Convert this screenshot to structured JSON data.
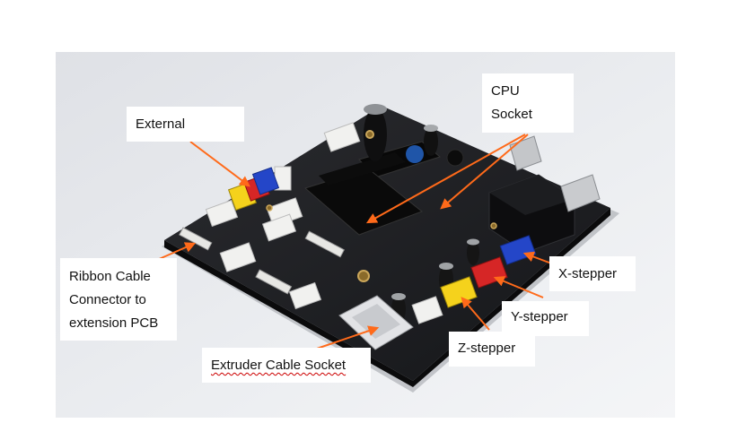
{
  "callouts": {
    "external": [
      "External"
    ],
    "cpu_socket": [
      "CPU",
      "Socket"
    ],
    "ribbon": [
      "Ribbon Cable",
      "Connector to",
      "extension PCB"
    ],
    "x_stepper": [
      "X-stepper"
    ],
    "y_stepper": [
      "Y-stepper"
    ],
    "z_stepper": [
      "Z-stepper"
    ],
    "extruder": [
      "Extruder Cable Socket"
    ]
  },
  "colors": {
    "photo_bg": "#e9eaee",
    "board": "#1b1c1f",
    "arrow": "#ff6a1a",
    "connector_white": "#f1f1ef",
    "connector_yellow": "#f5d21c",
    "connector_red": "#d62626",
    "connector_blue": "#2446c8",
    "relay": "#0e0e10"
  }
}
